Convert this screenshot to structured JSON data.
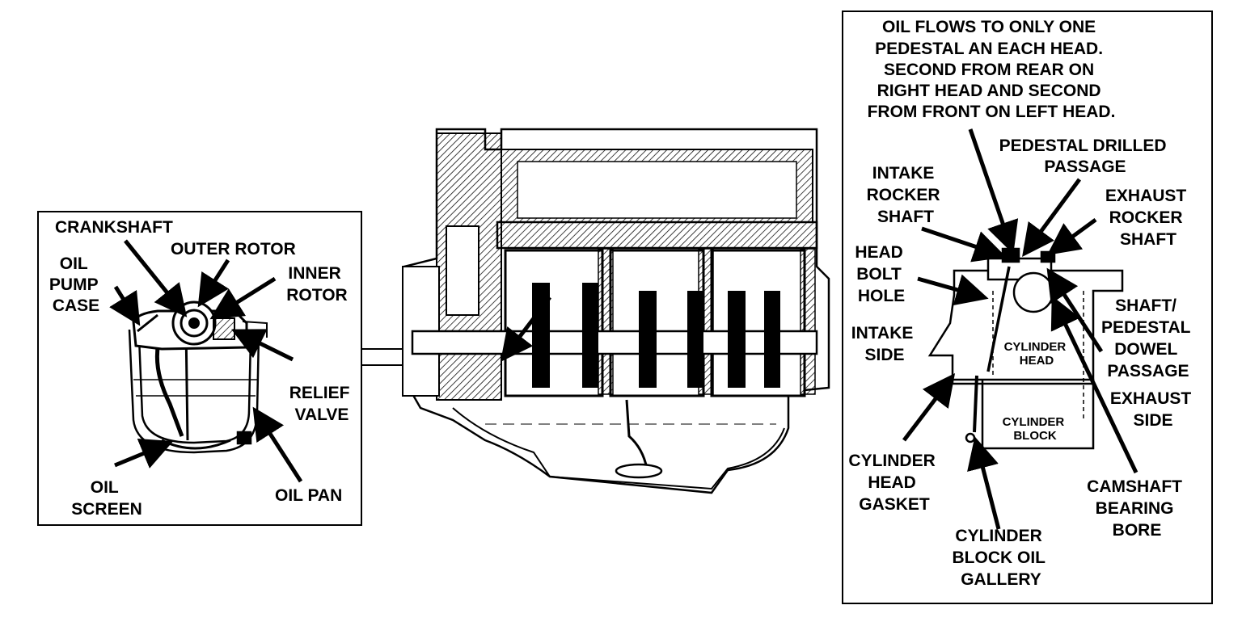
{
  "left_panel": {
    "crankshaft": "CRANKSHAFT",
    "outer_rotor": "OUTER ROTOR",
    "oil_pump_case": [
      "OIL",
      "PUMP",
      "CASE"
    ],
    "inner_rotor": [
      "INNER",
      "ROTOR"
    ],
    "relief_valve": [
      "RELIEF",
      "VALVE"
    ],
    "oil_screen": [
      "OIL",
      "SCREEN"
    ],
    "oil_pan": "OIL PAN"
  },
  "right_panel": {
    "note": [
      "OIL FLOWS TO ONLY ONE",
      "PEDESTAL AN EACH HEAD.",
      "SECOND FROM REAR ON",
      "RIGHT HEAD AND SECOND",
      "FROM FRONT ON LEFT HEAD."
    ],
    "pedestal_drilled_passage": [
      "PEDESTAL DRILLED",
      "PASSAGE"
    ],
    "intake_rocker_shaft": [
      "INTAKE",
      "ROCKER",
      "SHAFT"
    ],
    "exhaust_rocker_shaft": [
      "EXHAUST",
      "ROCKER",
      "SHAFT"
    ],
    "head_bolt_hole": [
      "HEAD",
      "BOLT",
      "HOLE"
    ],
    "intake_side": [
      "INTAKE",
      "SIDE"
    ],
    "shaft_pedestal_dowel_passage": [
      "SHAFT/",
      "PEDESTAL",
      "DOWEL",
      "PASSAGE"
    ],
    "exhaust_side": [
      "EXHAUST",
      "SIDE"
    ],
    "cylinder_head_inner": [
      "CYLINDER",
      "HEAD"
    ],
    "cylinder_block_inner": [
      "CYLINDER",
      "BLOCK"
    ],
    "cylinder_head_gasket": [
      "CYLINDER",
      "HEAD",
      "GASKET"
    ],
    "camshaft_bearing_bore": [
      "CAMSHAFT",
      "BEARING",
      "BORE"
    ],
    "cylinder_block_oil_gallery": [
      "CYLINDER",
      "BLOCK OIL",
      "GALLERY"
    ]
  }
}
